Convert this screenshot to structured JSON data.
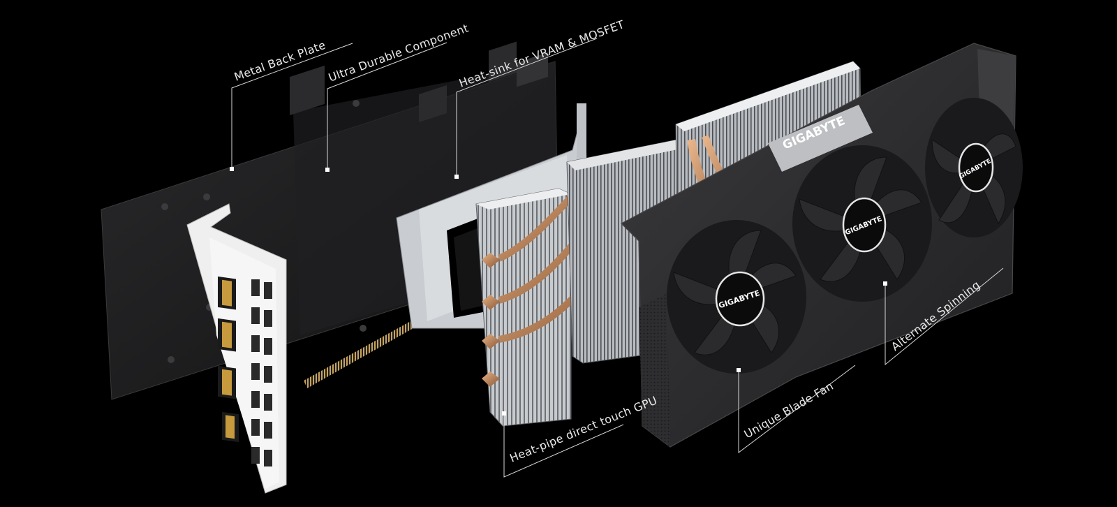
{
  "callouts": {
    "metal_back_plate": "Metal Back Plate",
    "ultra_durable": "Ultra Durable Component",
    "heat_sink_vram": "Heat-sink for VRAM & MOSFET",
    "heat_pipe_gpu": "Heat-pipe direct touch GPU",
    "unique_blade_fan": "Unique Blade Fan",
    "alternate_spinning": "Alternate Spinning"
  },
  "brand": {
    "shroud_logo": "GIGABYTE",
    "fan_hub_label": "GIGABYTE"
  },
  "colors": {
    "background": "#000000",
    "label_text": "#e9e9e9",
    "shroud": "#2c2c2e",
    "backplate": "#1d1d1f",
    "bracket": "#f2f2f2",
    "copper": "#c98a5a",
    "fin": "#cfd2d5"
  }
}
